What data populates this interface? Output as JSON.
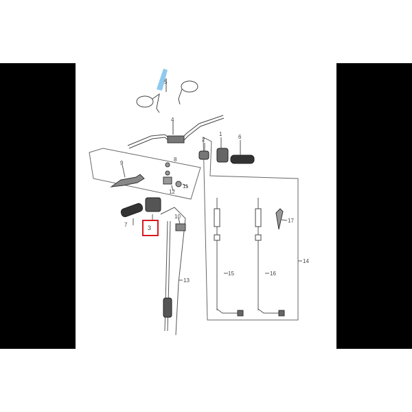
{
  "diagram": {
    "callouts": [
      {
        "id": "1",
        "label": "1"
      },
      {
        "id": "2",
        "label": "2"
      },
      {
        "id": "3",
        "label": "3"
      },
      {
        "id": "4",
        "label": "4"
      },
      {
        "id": "5",
        "label": "5"
      },
      {
        "id": "6",
        "label": "6"
      },
      {
        "id": "7",
        "label": "7"
      },
      {
        "id": "8",
        "label": "8"
      },
      {
        "id": "9",
        "label": "9"
      },
      {
        "id": "10",
        "label": "10"
      },
      {
        "id": "11",
        "label": "11"
      },
      {
        "id": "12",
        "label": "12"
      },
      {
        "id": "13",
        "label": "13"
      },
      {
        "id": "14",
        "label": "14"
      },
      {
        "id": "15",
        "label": "15"
      },
      {
        "id": "16",
        "label": "16"
      },
      {
        "id": "17",
        "label": "17"
      }
    ],
    "highlighted_callout": "3"
  },
  "colors": {
    "letterbox": "#000000",
    "background": "#ffffff",
    "line": "#555555",
    "part_dark": "#333333",
    "highlight_box": "#d7191f",
    "mirror_highlight": "#8ec9ee"
  }
}
